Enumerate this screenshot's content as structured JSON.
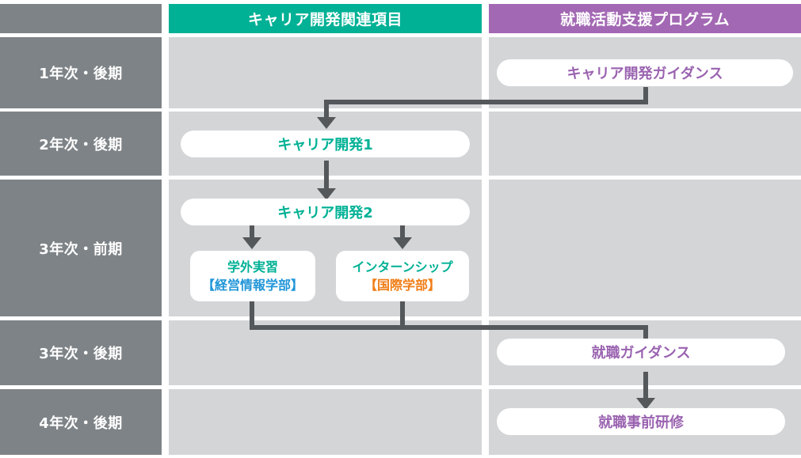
{
  "header": {
    "blank_label": "",
    "columns": [
      {
        "label": "キャリア開発関連項目",
        "color": "#00b195"
      },
      {
        "label": "就職活動支援プログラム",
        "color": "#a368b4"
      }
    ]
  },
  "rows": [
    {
      "label": "1年次・後期"
    },
    {
      "label": "2年次・後期"
    },
    {
      "label": "3年次・前期"
    },
    {
      "label": "3年次・後期"
    },
    {
      "label": "4年次・後期"
    }
  ],
  "nodes": {
    "career_guidance": {
      "label": "キャリア開発ガイダンス",
      "column": "job-support",
      "row": "1年次・後期",
      "color": "#9a63b0"
    },
    "career_dev_1": {
      "label": "キャリア開発1",
      "column": "career",
      "row": "2年次・後期",
      "color": "#00b195"
    },
    "career_dev_2": {
      "label": "キャリア開発2",
      "column": "career",
      "row": "3年次・前期",
      "color": "#00b195"
    },
    "off_campus": {
      "line1": "学外実習",
      "line2": "【経営情報学部】",
      "column": "career",
      "row": "3年次・前期",
      "color1": "#00b195",
      "color2": "#2196d8"
    },
    "internship": {
      "line1": "インターンシップ",
      "line2": "【国際学部】",
      "column": "career",
      "row": "3年次・前期",
      "color1": "#00b195",
      "color2": "#f07d16"
    },
    "job_guidance": {
      "label": "就職ガイダンス",
      "column": "job-support",
      "row": "3年次・後期",
      "color": "#9a63b0"
    },
    "pre_job_training": {
      "label": "就職事前研修",
      "column": "job-support",
      "row": "4年次・後期",
      "color": "#9a63b0"
    }
  },
  "palette": {
    "sidebar_gray": "#7e8387",
    "panel_gray": "#d3d5d7",
    "connector_gray": "#54585b",
    "teal": "#00b195",
    "purple": "#a368b4",
    "blue": "#2196d8",
    "orange": "#f07d16",
    "white": "#ffffff"
  }
}
